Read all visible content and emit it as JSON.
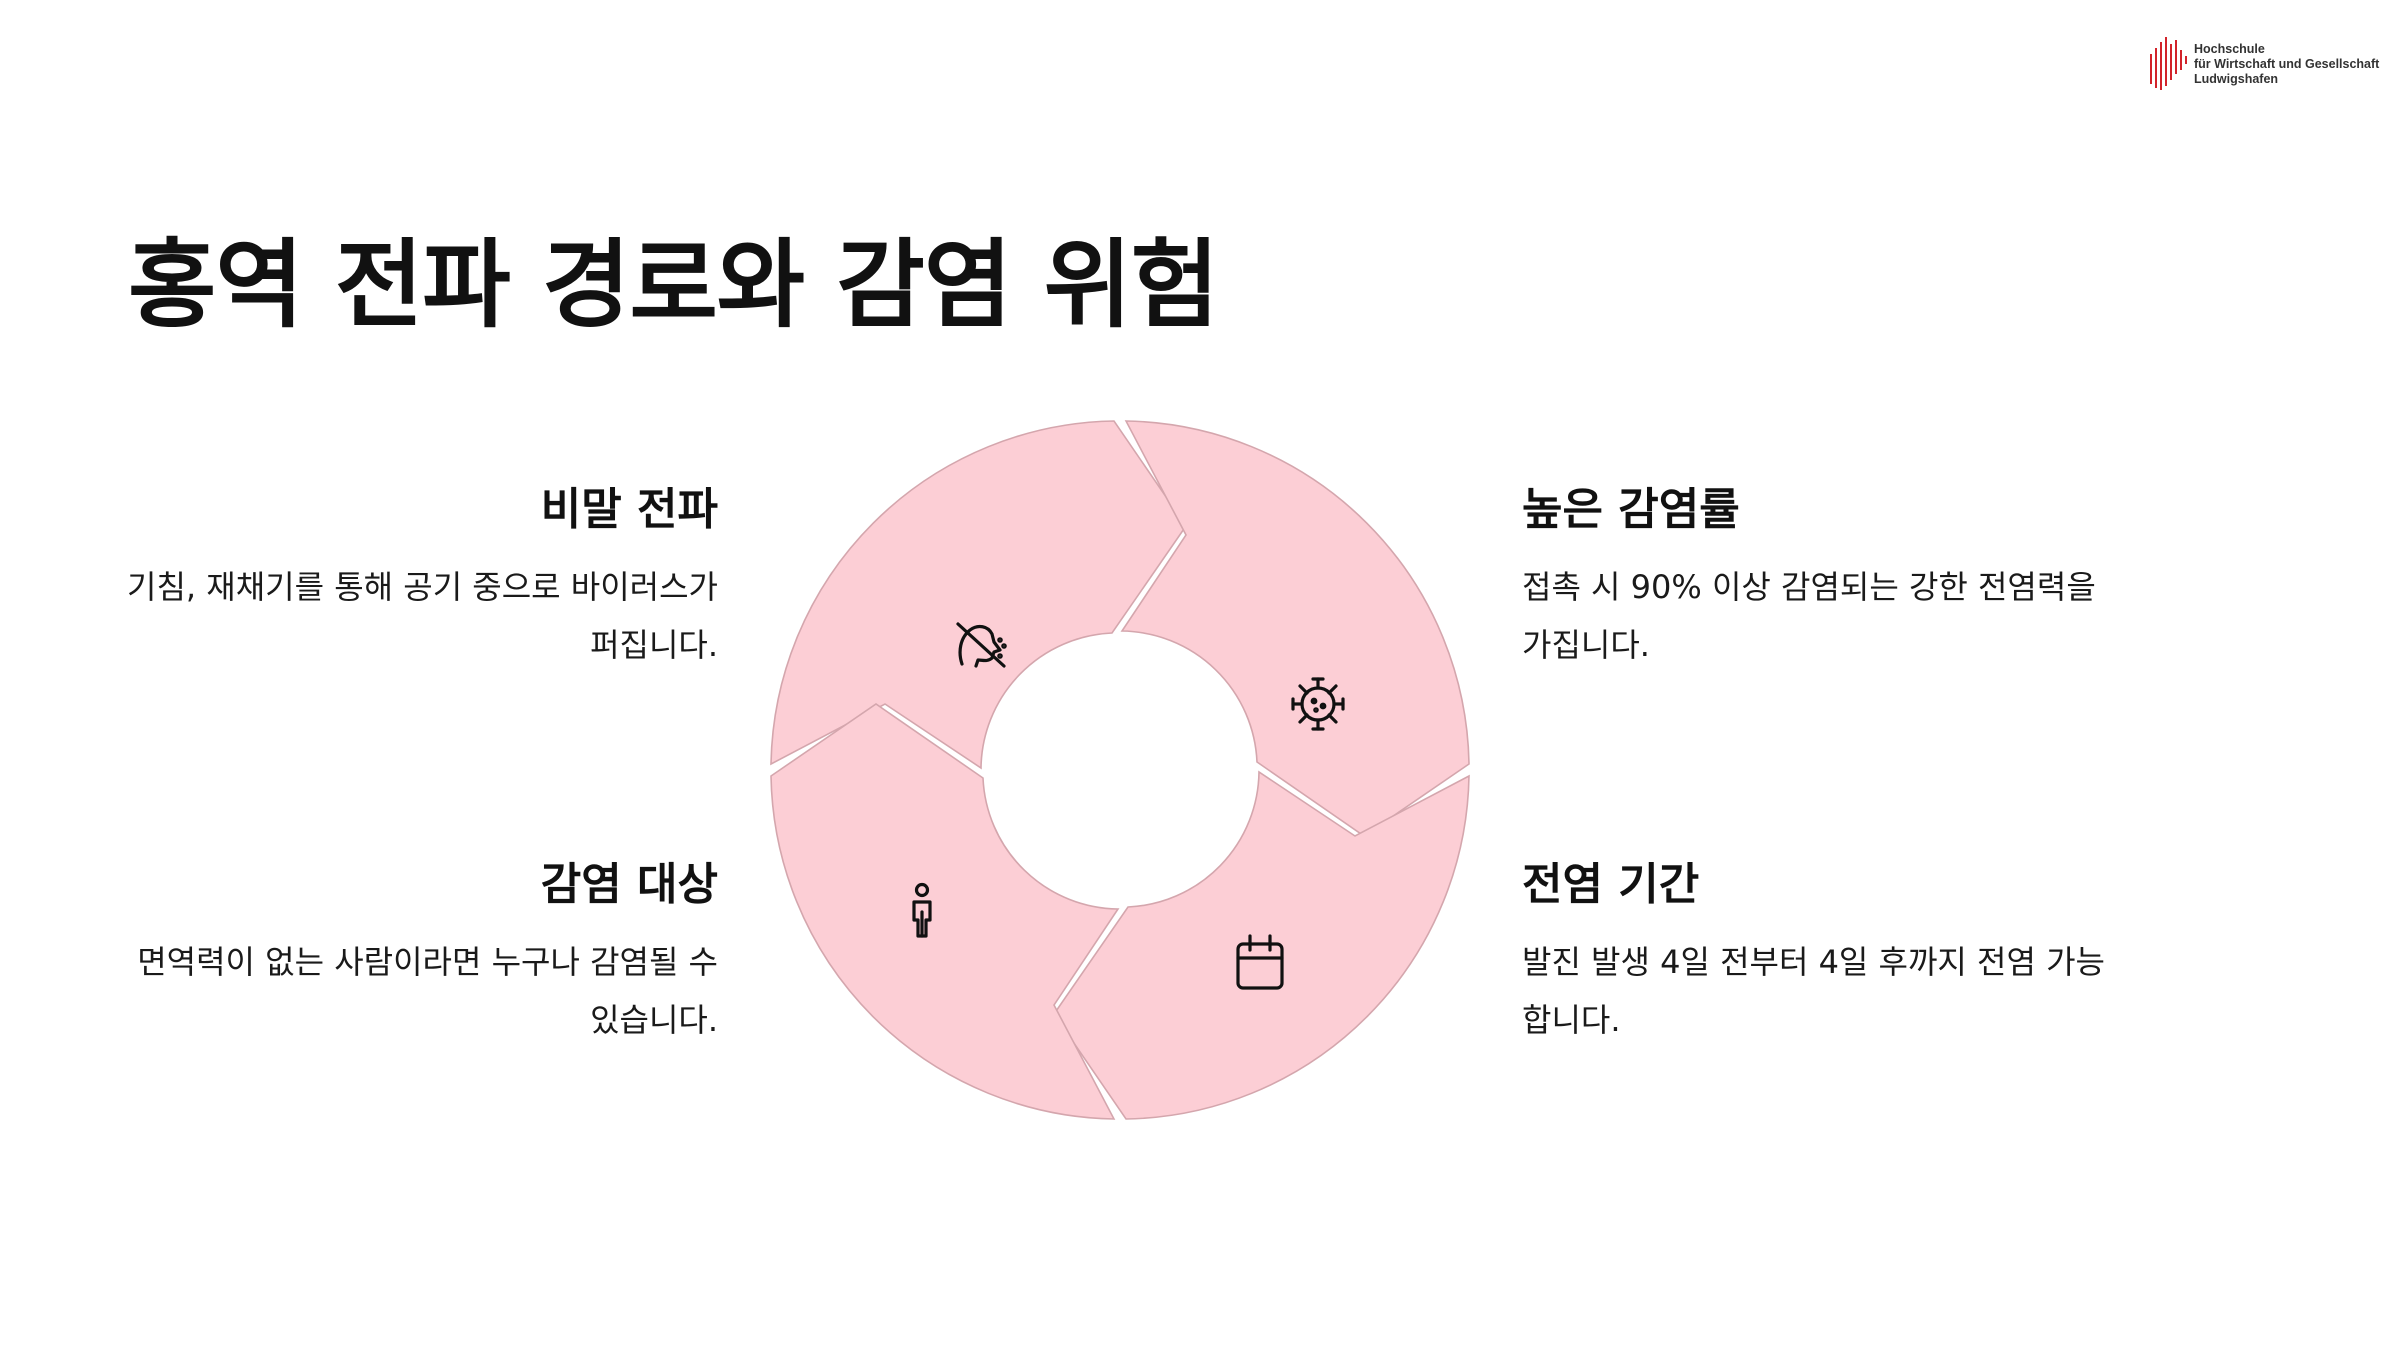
{
  "logo": {
    "line1": "Hochschule",
    "line2": "für Wirtschaft und Gesellschaft",
    "line3": "Ludwigshafen",
    "bar_color": "#d2232a"
  },
  "title": "홍역 전파 경로와 감염 위험",
  "blocks": {
    "top_left": {
      "heading": "비말 전파",
      "text": "기침, 재채기를 통해 공기 중으로 바이러스가 퍼집니다."
    },
    "top_right": {
      "heading": "높은 감염률",
      "text": "접촉 시 90% 이상 감염되는 강한 전염력을 가집니다."
    },
    "bottom_left": {
      "heading": "감염 대상",
      "text": "면역력이 없는 사람이라면 누구나 감염될 수 있습니다."
    },
    "bottom_right": {
      "heading": "전염 기간",
      "text": "발진 발생 4일 전부터 4일 후까지 전염 가능합니다."
    }
  },
  "cycle": {
    "segment_color": "#fcced5",
    "outline_color": "#d4a6ad",
    "icons": [
      "no-cough-icon",
      "virus-icon",
      "calendar-icon",
      "person-icon"
    ]
  }
}
